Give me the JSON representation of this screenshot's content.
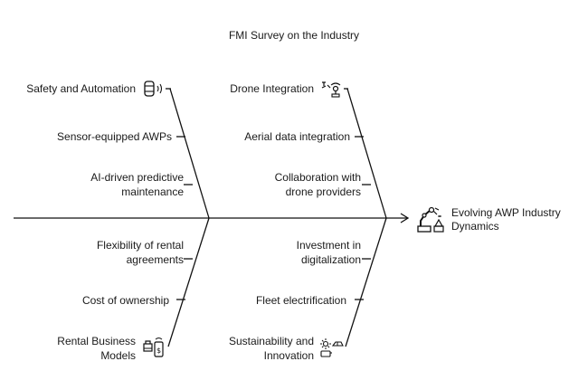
{
  "title": "FMI Survey on the Industry",
  "head": {
    "label_line1": "Evolving AWP Industry",
    "label_line2": "Dynamics",
    "icon": "robot-arm-icon"
  },
  "categories": {
    "safety": {
      "title": "Safety and Automation",
      "icon": "sensor-icon",
      "causes": [
        "Sensor-equipped AWPs",
        "AI-driven predictive",
        "maintenance"
      ]
    },
    "drone": {
      "title": "Drone Integration",
      "icon": "drone-icon",
      "causes": [
        "Aerial data integration",
        "Collaboration with",
        "drone providers"
      ]
    },
    "rental": {
      "title_line1": "Rental Business",
      "title_line2": "Models",
      "icon": "rental-icon",
      "causes": [
        "Flexibility of rental",
        "agreements",
        "Cost of ownership"
      ]
    },
    "sustain": {
      "title_line1": "Sustainability and",
      "title_line2": "Innovation",
      "icon": "eco-innovation-icon",
      "causes": [
        "Investment in",
        "digitalization",
        "Fleet electrification"
      ]
    }
  },
  "colors": {
    "line": "#111111",
    "text": "#1a1a1a"
  }
}
